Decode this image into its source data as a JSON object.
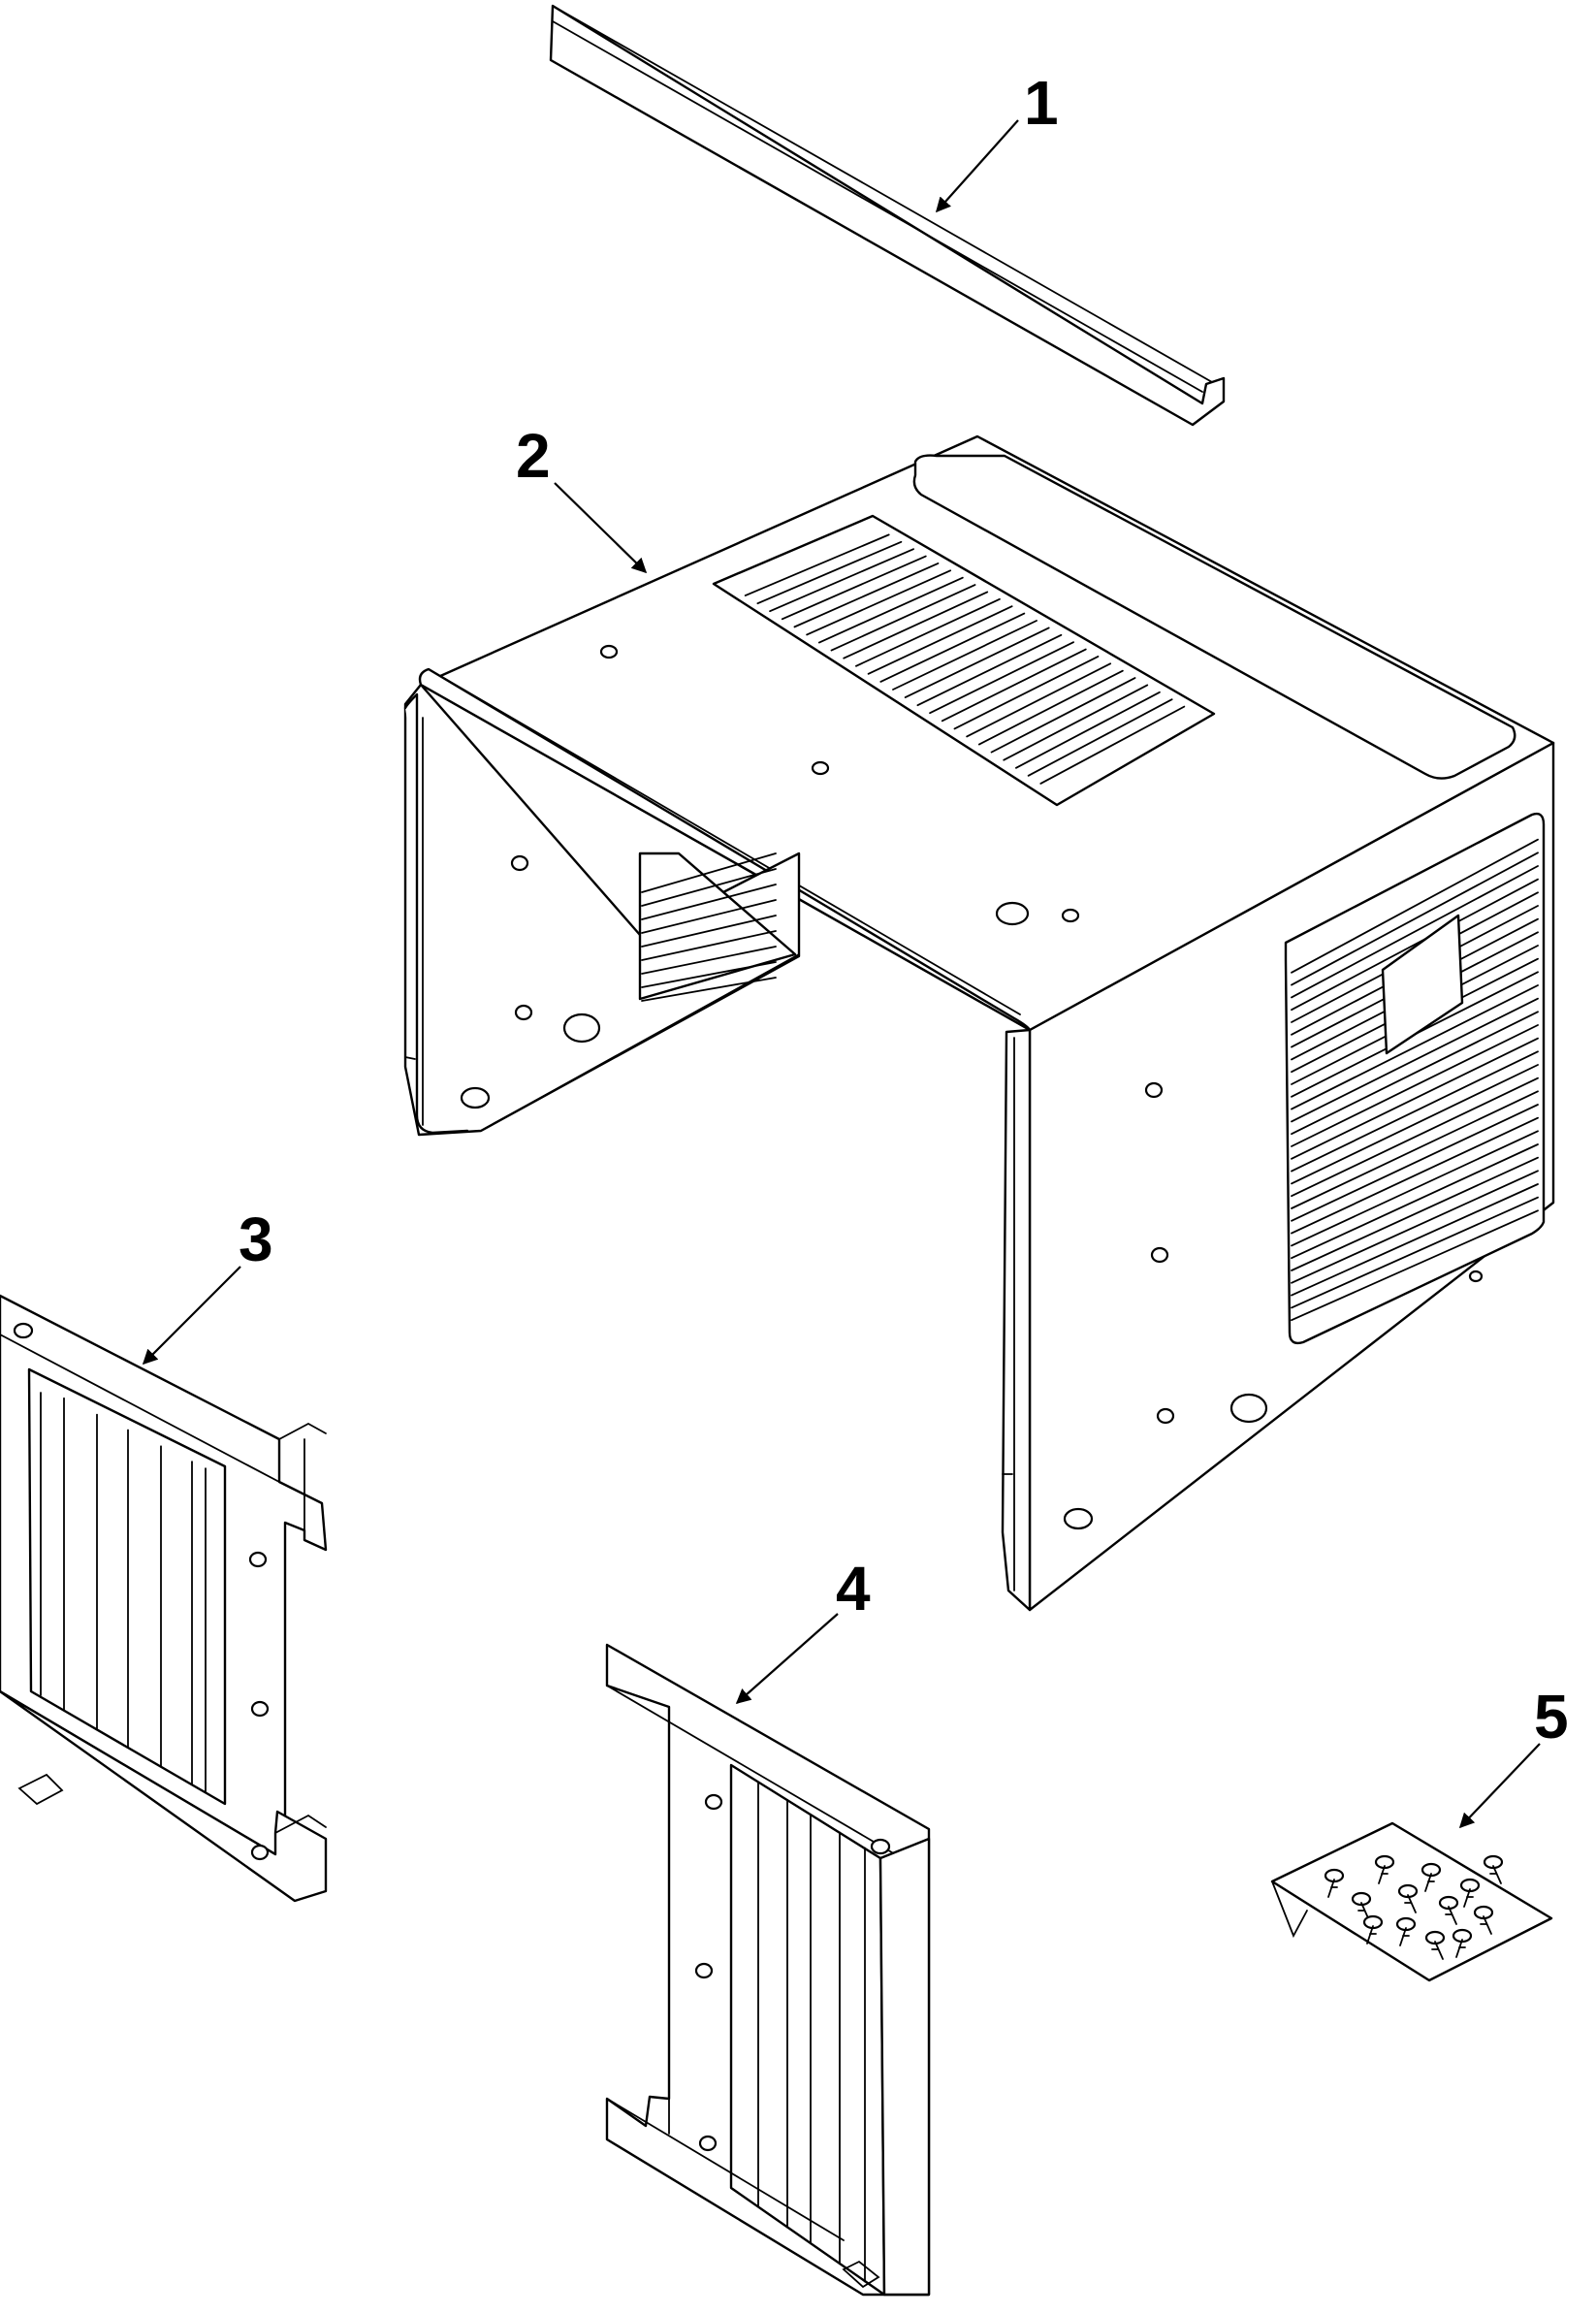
{
  "diagram": {
    "callouts": [
      {
        "id": "callout-1",
        "label": "1"
      },
      {
        "id": "callout-2",
        "label": "2"
      },
      {
        "id": "callout-3",
        "label": "3"
      },
      {
        "id": "callout-4",
        "label": "4"
      },
      {
        "id": "callout-5",
        "label": "5"
      }
    ]
  },
  "colors": {
    "line": "#000000",
    "background": "#ffffff"
  }
}
